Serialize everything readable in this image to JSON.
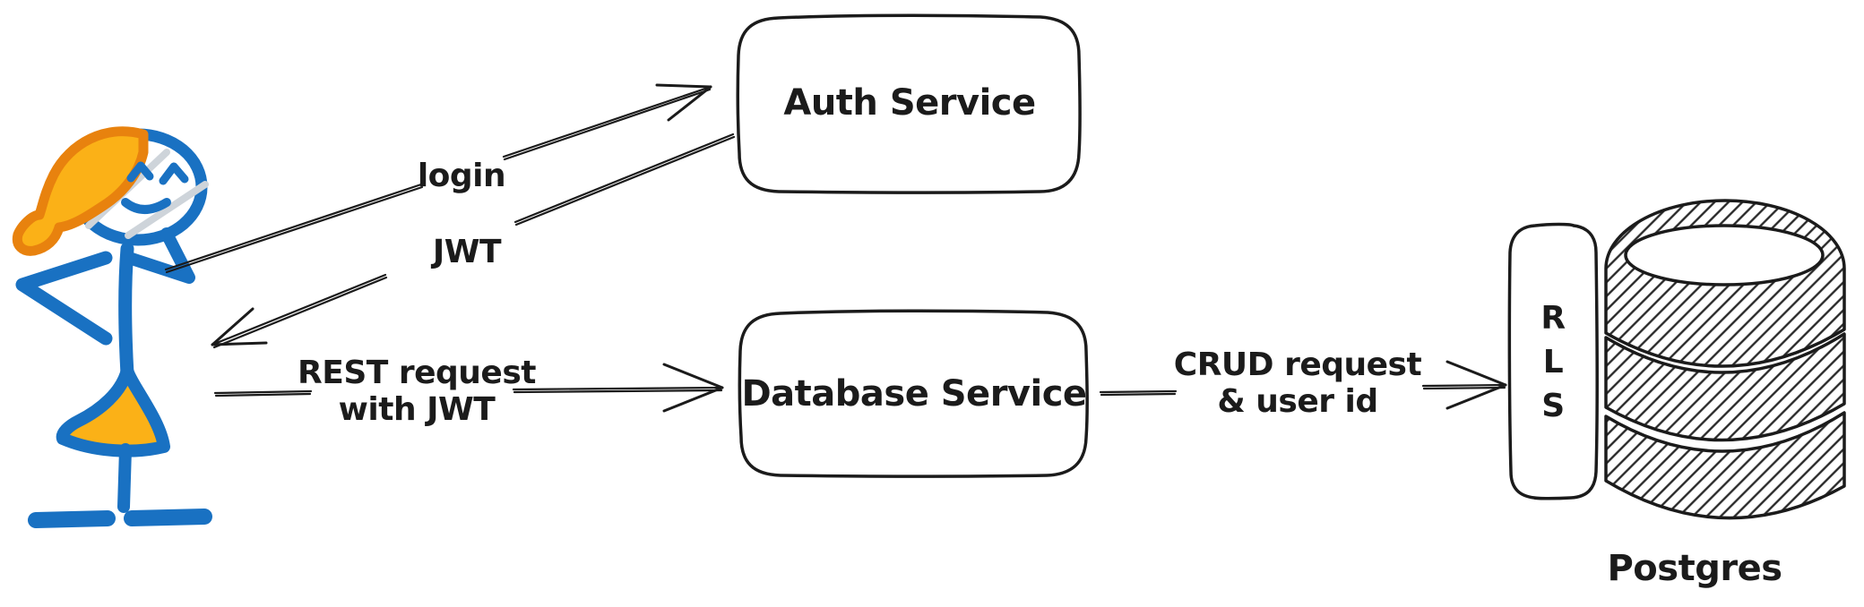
{
  "colors": {
    "ink": "#1b1b1b",
    "figure_blue": "#1971c2",
    "figure_orange_fill": "#fbb117",
    "figure_orange_stroke": "#e8820e",
    "face_glare_gray": "#ced4da",
    "background": "#ffffff"
  },
  "nodes": {
    "auth_service": {
      "label": "Auth Service"
    },
    "database_service": {
      "label": "Database Service"
    },
    "rls_gate": {
      "letters": [
        "R",
        "L",
        "S"
      ]
    },
    "postgres_db": {
      "label": "Postgres"
    }
  },
  "arrows": {
    "login": {
      "label": "login",
      "from": "user",
      "to": "auth_service"
    },
    "jwt": {
      "label": "JWT",
      "from": "auth_service",
      "to": "user"
    },
    "rest_request": {
      "label_lines": [
        "REST request",
        "with JWT"
      ],
      "from": "user",
      "to": "database_service"
    },
    "crud_request": {
      "label_lines": [
        "CRUD request",
        "& user id"
      ],
      "from": "database_service",
      "to": "rls_gate"
    }
  }
}
